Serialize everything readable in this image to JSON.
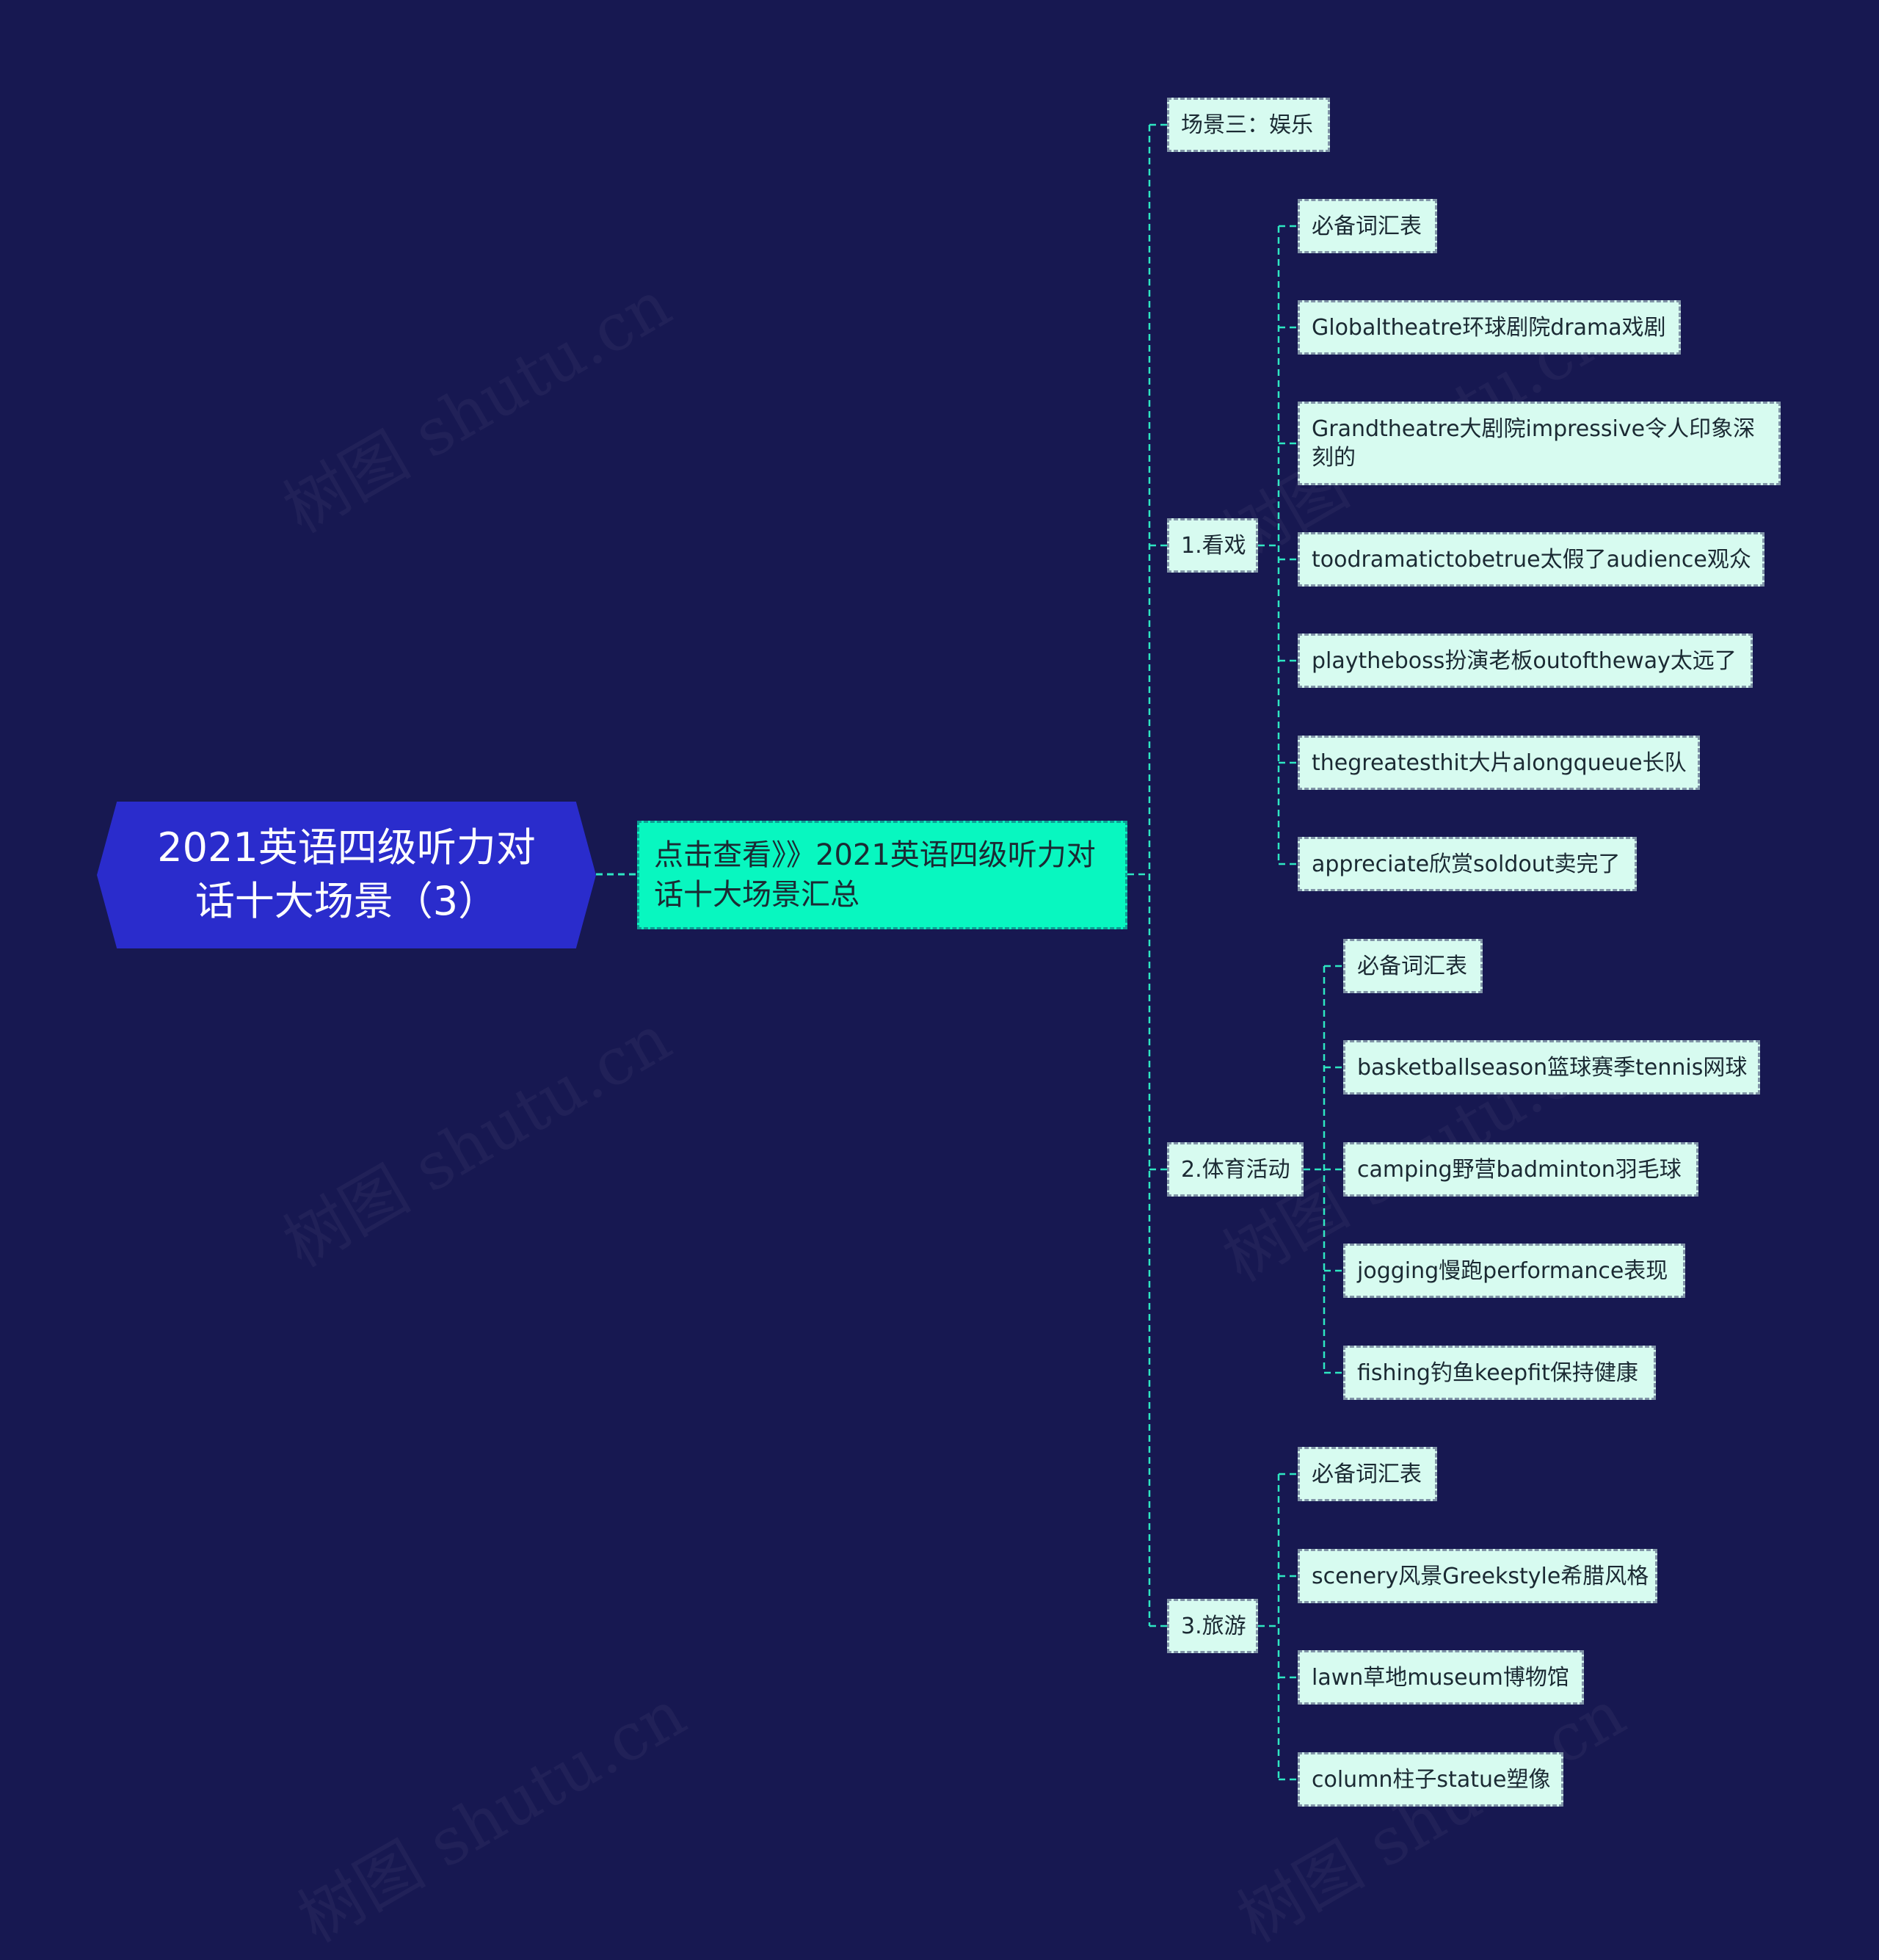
{
  "root": {
    "title": "2021英语四级听力对话十大场景（3）"
  },
  "hub": {
    "label": "点击查看》》2021英语四级听力对话十大场景汇总"
  },
  "scene": {
    "label": "场景三：娱乐"
  },
  "groups": [
    {
      "label": "1.看戏",
      "items": [
        "必备词汇表",
        "Globaltheatre环球剧院drama戏剧",
        "Grandtheatre大剧院impressive令人印象深刻的",
        "toodramatictobetrue太假了audience观众",
        "playtheboss扮演老板outoftheway太远了",
        "thegreatesthit大片alongqueue长队",
        "appreciate欣赏soldout卖完了"
      ]
    },
    {
      "label": "2.体育活动",
      "items": [
        "必备词汇表",
        "basketballseason篮球赛季tennis网球",
        "camping野营badminton羽毛球",
        "jogging慢跑performance表现",
        "fishing钓鱼keepfit保持健康"
      ]
    },
    {
      "label": "3.旅游",
      "items": [
        "必备词汇表",
        "scenery风景Greekstyle希腊风格",
        "lawn草地museum博物馆",
        "column柱子statue塑像"
      ]
    }
  ],
  "watermark": "树图 shutu.cn",
  "colors": {
    "background": "#171851",
    "root": "#2a2ccc",
    "hub": "#08f7c0",
    "leaf": "#d7fbf0",
    "connector": "#2ee6c2"
  }
}
